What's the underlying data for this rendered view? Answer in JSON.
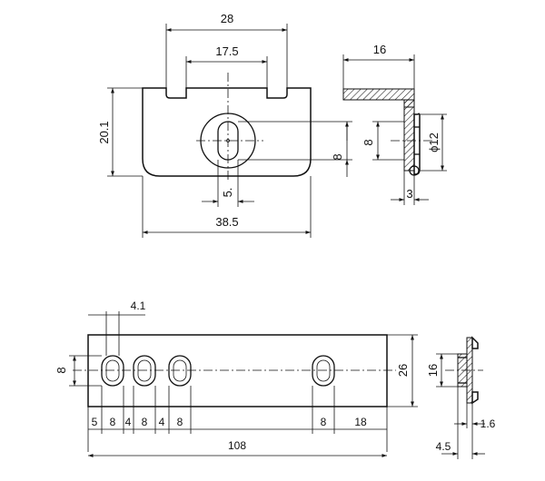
{
  "top_left_view": {
    "dims": {
      "width_top": "28",
      "slot_spacing": "17.5",
      "height": "20.1",
      "slot_height": "8",
      "slot_width": "5.",
      "overall_width": "38.5"
    }
  },
  "top_right_view": {
    "dims": {
      "depth": "16",
      "hub_height": "8",
      "diameter": "ϕ12",
      "thickness": "3"
    }
  },
  "bottom_view": {
    "dims": {
      "slot_width": "4.1",
      "slot_height": "8",
      "height": "26",
      "offsets": [
        "5",
        "8",
        "4",
        "8",
        "4",
        "8"
      ],
      "right_slot": "8",
      "right_offset": "18",
      "length": "108"
    }
  },
  "bottom_right_view": {
    "dims": {
      "height": "16",
      "thickness": "1.6",
      "depth": "4.5"
    }
  }
}
